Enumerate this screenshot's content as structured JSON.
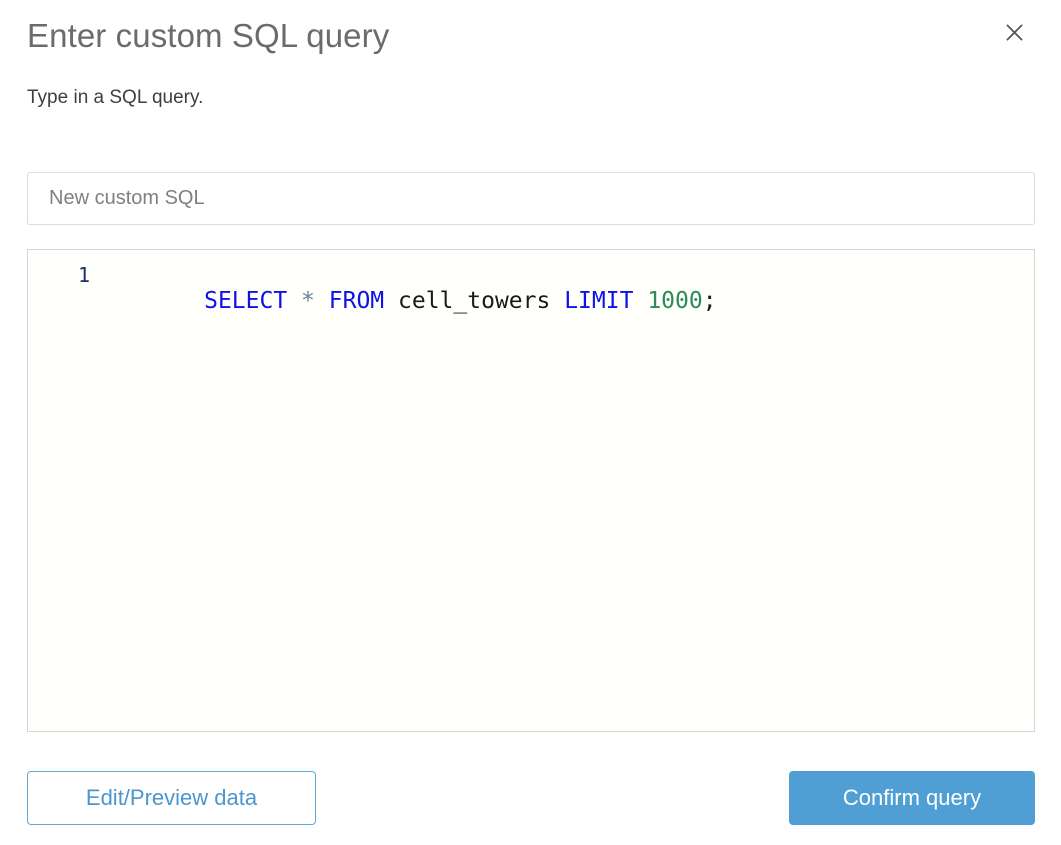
{
  "dialog": {
    "title": "Enter custom SQL query",
    "subtitle": "Type in a SQL query.",
    "close_icon": "close-icon"
  },
  "name_field": {
    "value": "",
    "placeholder": "New custom SQL"
  },
  "editor": {
    "line_number": "1",
    "tokens": [
      {
        "text": "SELECT",
        "type": "keyword"
      },
      {
        "text": " ",
        "type": "plain"
      },
      {
        "text": "*",
        "type": "operator"
      },
      {
        "text": " ",
        "type": "plain"
      },
      {
        "text": "FROM",
        "type": "keyword"
      },
      {
        "text": " ",
        "type": "plain"
      },
      {
        "text": "cell_towers",
        "type": "identifier"
      },
      {
        "text": " ",
        "type": "plain"
      },
      {
        "text": "LIMIT",
        "type": "keyword"
      },
      {
        "text": " ",
        "type": "plain"
      },
      {
        "text": "1000",
        "type": "number"
      },
      {
        "text": ";",
        "type": "punctuation"
      }
    ],
    "query_text": "SELECT * FROM cell_towers LIMIT 1000;"
  },
  "footer": {
    "secondary_label": "Edit/Preview data",
    "primary_label": "Confirm query"
  },
  "colors": {
    "accent": "#4f9fd4",
    "accent_border": "#5fa8db",
    "keyword": "#0e12e8",
    "number": "#2e8b57",
    "operator": "#6a7f9b",
    "line_number": "#1c2d6b",
    "title": "#6b6b6b",
    "subtitle": "#3f3f3f"
  }
}
